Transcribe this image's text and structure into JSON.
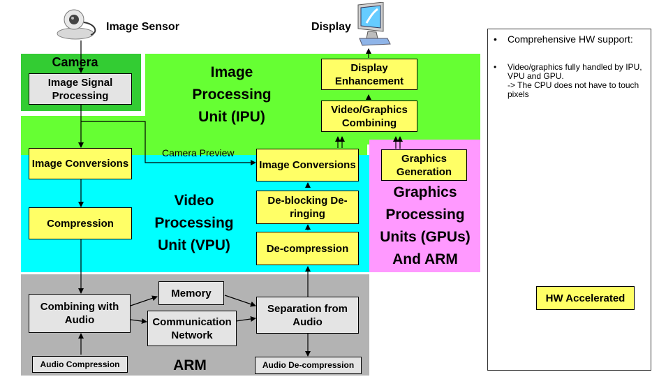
{
  "regions": {
    "camera": "Camera",
    "ipu": "Image Processing Unit (IPU)",
    "vpu": "Video Processing Unit (VPU)",
    "gpu": "Graphics Processing Units (GPUs) And ARM",
    "arm": "ARM"
  },
  "devices": {
    "sensor": "Image Sensor",
    "display": "Display"
  },
  "boxes": {
    "isp": "Image Signal Processing",
    "img_conv_left": "Image Conversions",
    "compression": "Compression",
    "combining_audio": "Combining with Audio",
    "memory": "Memory",
    "comm_network": "Communication Network",
    "separation_audio": "Separation from Audio",
    "audio_compression": "Audio Compression",
    "audio_decompression": "Audio De-compression",
    "decompression": "De-compression",
    "deblocking": "De-blocking De-ringing",
    "img_conv_right": "Image Conversions",
    "video_graphics_combining": "Video/Graphics Combining",
    "display_enhancement": "Display Enhancement",
    "graphics_generation": "Graphics Generation"
  },
  "edge_labels": {
    "camera_preview": "Camera Preview"
  },
  "notes": {
    "bullet1": "Comprehensive HW support:",
    "bullet2": "Video/graphics fully handled by IPU, VPU and GPU.\n-> The CPU does not have to touch pixels",
    "legend": "HW Accelerated"
  },
  "colors": {
    "camera_region": "#33cc33",
    "ipu_region": "#66ff33",
    "vpu_region": "#00ffff",
    "gpu_region": "#ff99ff",
    "arm_region": "#b3b3b3",
    "hw_box": "#ffff66",
    "sw_box": "#e4e4e4"
  }
}
